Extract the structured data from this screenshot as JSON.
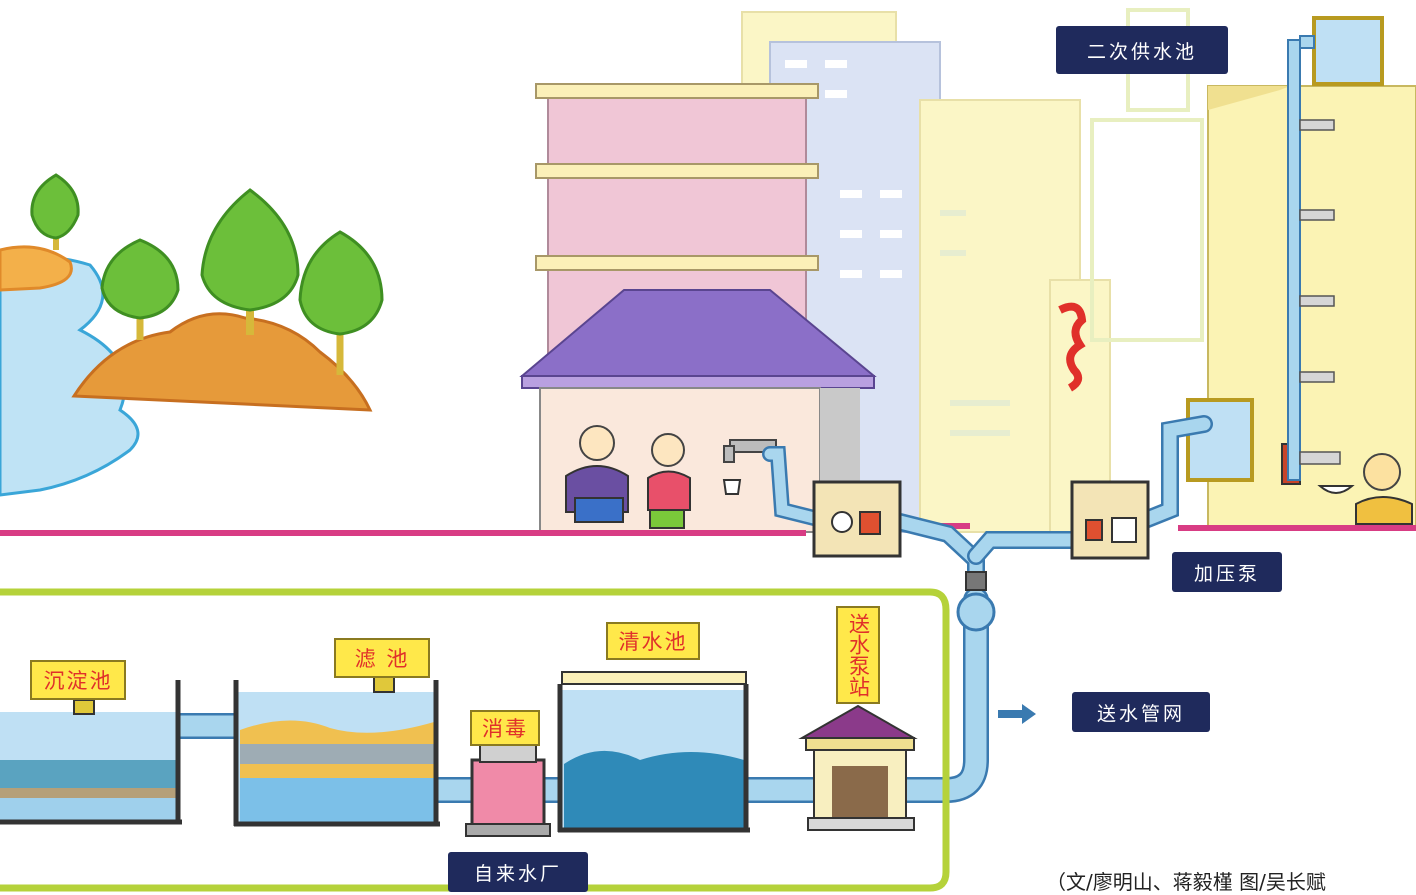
{
  "labels": {
    "secondary_tank": "二次供水池",
    "booster_pump": "加压泵",
    "delivery_network": "送水管网",
    "waterworks": "自来水厂",
    "sedimentation_tank": "沉淀池",
    "filter_tank": "滤 池",
    "disinfection": "消毒",
    "clear_water_tank": "清水池",
    "pump_station": "送水泵站"
  },
  "credit": "（文/廖明山、蒋毅槿 图/吴长赋",
  "colors": {
    "navy": "#1f2a5c",
    "sign_yellow": "#ffe84a",
    "sign_red_text": "#e0302a",
    "ground_line": "#d83c84",
    "plant_outline": "#b5d23a",
    "pipe": "#a9d6ee",
    "water_blue": "#4aa3d8",
    "roof_purple": "#8b6fc8",
    "building_pink": "#f0c6d6"
  }
}
